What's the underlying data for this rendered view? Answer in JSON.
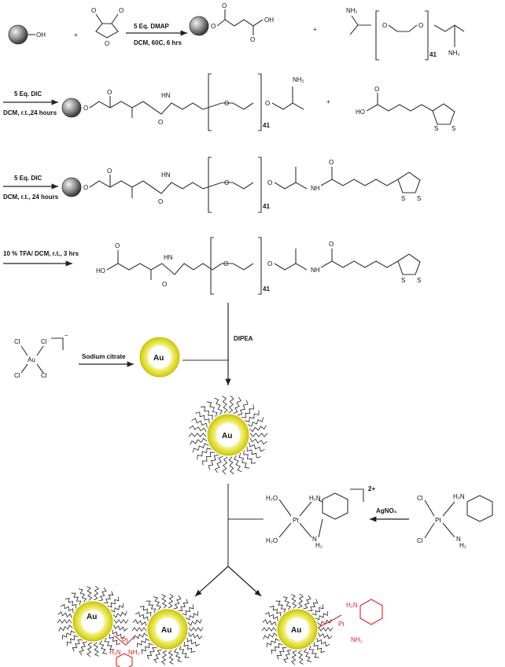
{
  "atoms": {
    "oh": "OH",
    "o": "O",
    "hn": "HN",
    "nh": "NH",
    "nh2": "NH₂",
    "ho": "HO",
    "s": "S",
    "cl": "Cl",
    "au": "Au",
    "pt": "Pt",
    "h2o": "H₂O",
    "h2n": "H₂N",
    "n": "N",
    "h2": "H₂"
  },
  "repeat_n": "41",
  "reagents": {
    "step1": "5 Eq. DMAP",
    "step1_cond": "DCM, 60C, 6 hrs",
    "step2": "5 Eq. DIC",
    "step2_cond": "DCM, r.t.,24 hours",
    "step3": "5 Eq. DIC",
    "step3_cond": "DCM, r.t., 24 hours",
    "step4": "10 % TFA/ DCM, r.t., 3 hrs",
    "citrate": "Sodium citrate",
    "dipea": "DIPEA",
    "agno3": "AgNO₃"
  },
  "charges": {
    "minus": "−",
    "two_plus": "2+"
  },
  "plus": "+",
  "colors": {
    "gold": "#e8e500",
    "bead": "#8a8a8a",
    "red": "#d22222"
  }
}
